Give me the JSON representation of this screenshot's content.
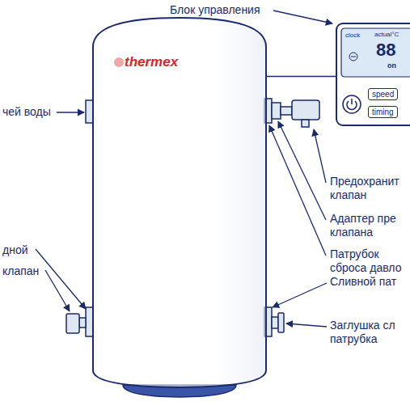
{
  "diagram": {
    "nodes": [
      {
        "text": [
          "thermex"
        ]
      },
      {
        "text": [
          "clock",
          "actual°C",
          "88",
          "on",
          "speed",
          "timing"
        ]
      }
    ],
    "edges": [
      {
        "from": 1,
        "to": 0,
        "arrow": "none"
      }
    ],
    "labels": [
      "Блок управления",
      "чей воды",
      "Предохранит клапан",
      "Адаптер пре клапана",
      "Патрубок сброса давло",
      "дной клапан",
      "Сливной пат",
      "Заглушка сл патрубка"
    ]
  }
}
